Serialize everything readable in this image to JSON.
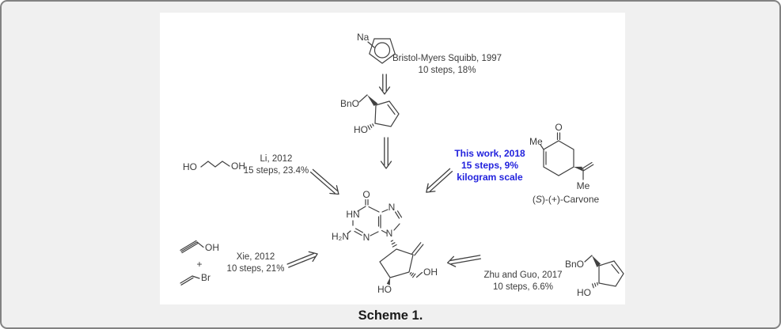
{
  "figure": {
    "caption": "Scheme 1."
  },
  "colors": {
    "highlight_blue": "#2222dd",
    "structure_gray": "#404040",
    "label_gray": "#3b3b3b",
    "frame_background": "#f0f0f0",
    "panel_background": "#ffffff",
    "frame_border": "#828282"
  },
  "routes": {
    "bristol_myers_squibb": {
      "line1": "Bristol-Myers Squibb, 1997",
      "line2": "10 steps, 18%"
    },
    "li": {
      "line1": "Li, 2012",
      "line2": "15 steps, 23.4%"
    },
    "this_work": {
      "line1": "This work, 2018",
      "line2": "15 steps, 9%",
      "line3": "kilogram scale"
    },
    "xie": {
      "line1": "Xie, 2012",
      "line2": "10 steps, 21%"
    },
    "zhu_guo": {
      "line1": "Zhu and Guo, 2017",
      "line2": "10 steps, 6.6%"
    }
  },
  "molecules": {
    "sodium_cyclopentadienide": {
      "na": "Na"
    },
    "bn_cyclopentenol_top": {
      "bno": "BnO",
      "ho": "HO"
    },
    "propanediol": {
      "ho": "HO",
      "oh": "OH"
    },
    "propargyl_alcohol": {
      "oh": "OH"
    },
    "plus_sign": "+",
    "allyl_bromide": {
      "br": "Br"
    },
    "carvone": {
      "o": "O",
      "me_ring": "Me",
      "me_isopropenyl": "Me",
      "caption_open": "(",
      "caption_stereo": "S",
      "caption_rest": ")-(+)-Carvone"
    },
    "entecavir": {
      "o": "O",
      "hn": "HN",
      "h2n": "H₂N",
      "n3": "N",
      "n7": "N",
      "n9": "N",
      "oh": "OH",
      "ho": "HO"
    },
    "bn_cyclopentenol_bottom": {
      "bno": "BnO",
      "ho": "HO"
    }
  }
}
